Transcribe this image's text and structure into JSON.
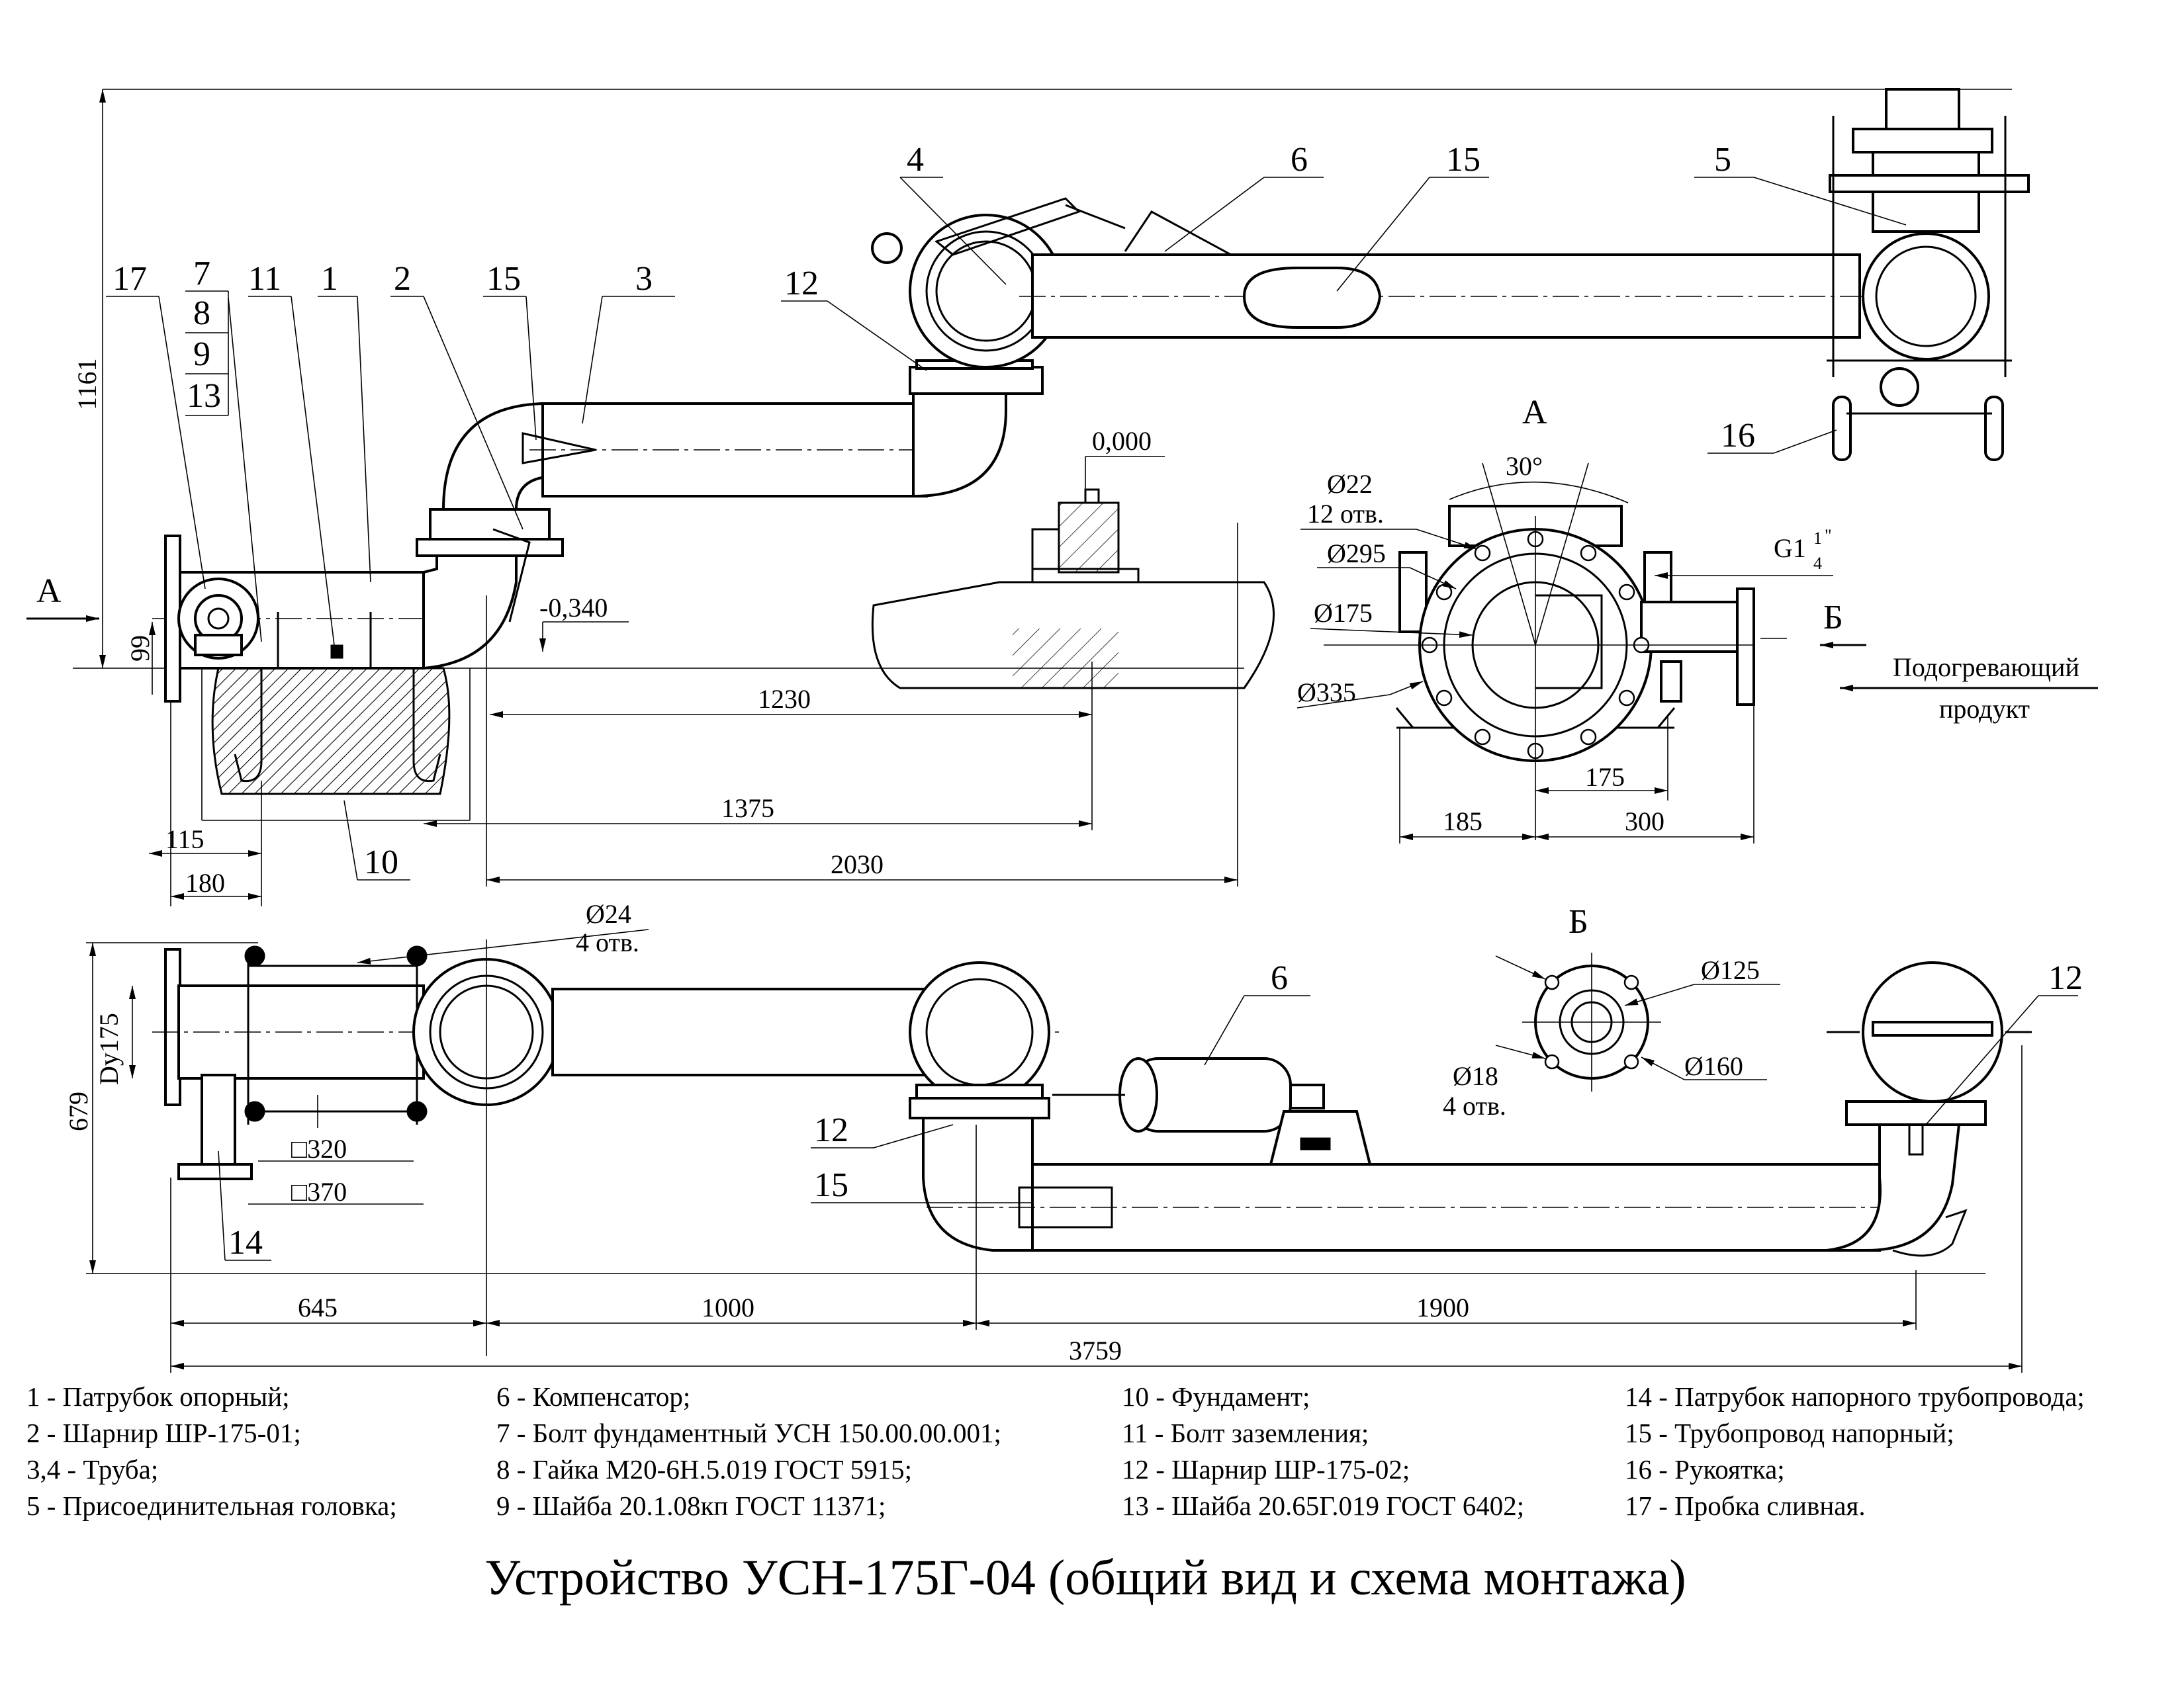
{
  "title": "Устройство УСН-175Г-04 (общий вид и схема монтажа)",
  "view_labels": {
    "a": "А",
    "b": "Б"
  },
  "callouts": [
    "17",
    "7",
    "8",
    "9",
    "13",
    "11",
    "1",
    "2",
    "15",
    "3",
    "12",
    "4",
    "6",
    "15",
    "5",
    "16",
    "10",
    "6",
    "12",
    "12",
    "15",
    "14"
  ],
  "dimensions": {
    "top_height": "1161",
    "d99": "99",
    "elev_zero": "0,000",
    "elev_neg": "-0,340",
    "d1230": "1230",
    "d1375": "1375",
    "d2030": "2030",
    "d115": "115",
    "d180": "180",
    "bottom_height": "679",
    "dy175": "Dy175",
    "d24": "Ø24",
    "d24_holes": "4 отв.",
    "sq320": "□320",
    "sq370": "□370",
    "d645": "645",
    "d1000": "1000",
    "d1900": "1900",
    "d3759": "3759"
  },
  "view_a": {
    "angle": "30°",
    "d22": "Ø22",
    "d22_holes": "12 отв.",
    "d295": "Ø295",
    "d175": "Ø175",
    "d335": "Ø335",
    "thread": "G1",
    "thread_num": "1",
    "thread_den": "4",
    "thread_mark": "\"",
    "d175_lin": "175",
    "d185": "185",
    "d300": "300",
    "heating_line1": "Подогревающий",
    "heating_line2": "продукт"
  },
  "view_b": {
    "d125": "Ø125",
    "d160": "Ø160",
    "d18": "Ø18",
    "d18_holes": "4 отв."
  },
  "legend": [
    "1 - Патрубок опорный;",
    "2 - Шарнир ШР-175-01;",
    "3,4 - Труба;",
    "5 - Присоединительная головка;",
    "6 - Компенсатор;",
    "7 - Болт фундаментный УСН 150.00.00.001;",
    "8 - Гайка М20-6Н.5.019 ГОСТ 5915;",
    "9 - Шайба 20.1.08кп ГОСТ 11371;",
    "10 - Фундамент;",
    "11 - Болт заземления;",
    "12 - Шарнир ШР-175-02;",
    "13 - Шайба 20.65Г.019 ГОСТ 6402;",
    "14 - Патрубок напорного трубопровода;",
    "15 - Трубопровод напорный;",
    "16 - Рукоятка;",
    "17 - Пробка сливная."
  ]
}
